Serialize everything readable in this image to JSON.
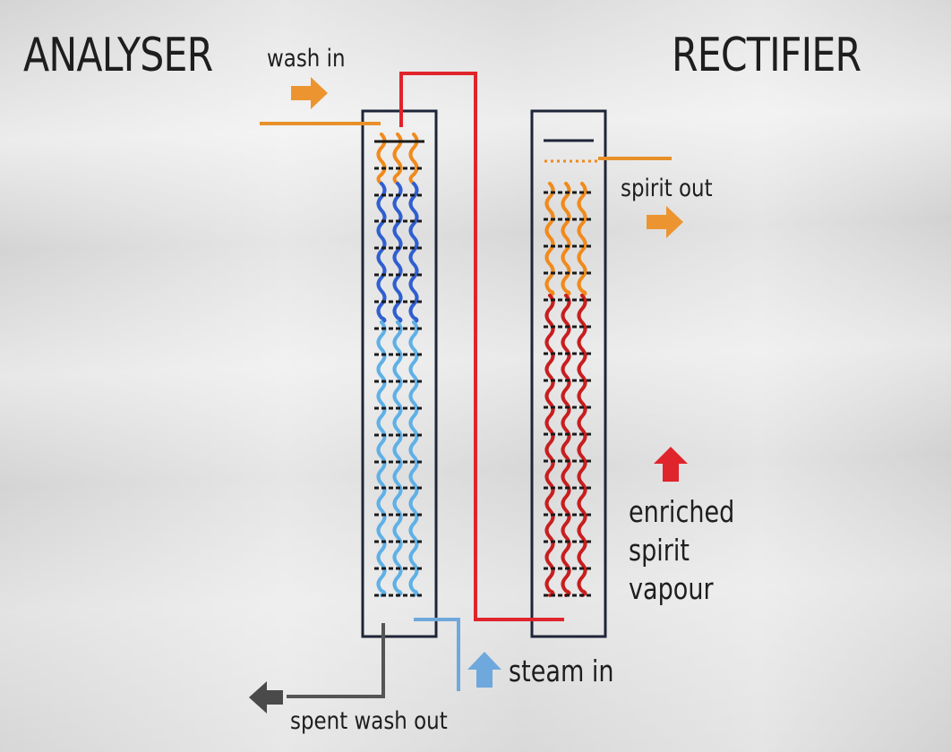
{
  "titles": {
    "left": "ANALYSER",
    "right": "RECTIFIER"
  },
  "labels": {
    "wash_in": "wash in",
    "spirit_out": "spirit out",
    "steam_in": "steam in",
    "spent_wash_out": "spent wash out",
    "enriched": [
      "enriched",
      "spirit",
      "vapour"
    ]
  },
  "colors": {
    "column_outline": "#1e2538",
    "tray": "#1a1a1a",
    "wash": "#e8902a",
    "vapour_pipe": "#e0242b",
    "steam": "#6fa8dc",
    "spent": "#555555",
    "arrow_red": "#e0242b",
    "arrow_orange": "#ec9530",
    "arrow_blue": "#6fa8dc",
    "arrow_grey": "#4a4a4a",
    "wave_blue_dark": "#2f5fd0",
    "wave_blue_light": "#5fb0e6",
    "wave_red": "#c81e1e",
    "wave_orange": "#f08a1c"
  }
}
